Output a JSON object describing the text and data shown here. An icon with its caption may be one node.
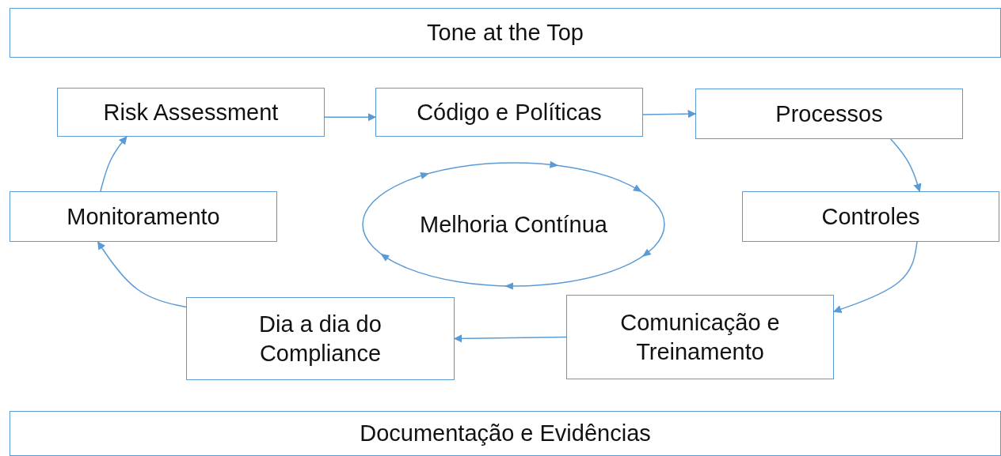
{
  "diagram": {
    "nodes": [
      {
        "text": [
          "Tone at the Top"
        ]
      },
      {
        "text": [
          "Risk Assessment"
        ]
      },
      {
        "text": [
          "Código e Políticas"
        ]
      },
      {
        "text": [
          "Processos"
        ]
      },
      {
        "text": [
          "Controles"
        ]
      },
      {
        "text": [
          "Comunicação e Treinamento"
        ]
      },
      {
        "text": [
          "Dia a dia do Compliance"
        ]
      },
      {
        "text": [
          "Monitoramento"
        ]
      },
      {
        "text": [
          "Melhoria Contínua"
        ]
      },
      {
        "text": [
          "Documentação e Evidências"
        ]
      }
    ],
    "edges": [
      {
        "from": 1,
        "to": 2,
        "arrow": "to"
      },
      {
        "from": 2,
        "to": 3,
        "arrow": "to"
      },
      {
        "from": 3,
        "to": 4,
        "arrow": "to"
      },
      {
        "from": 4,
        "to": 5,
        "arrow": "to"
      },
      {
        "from": 5,
        "to": 6,
        "arrow": "to"
      },
      {
        "from": 6,
        "to": 7,
        "arrow": "to"
      },
      {
        "from": 7,
        "to": 1,
        "arrow": "to"
      }
    ]
  }
}
